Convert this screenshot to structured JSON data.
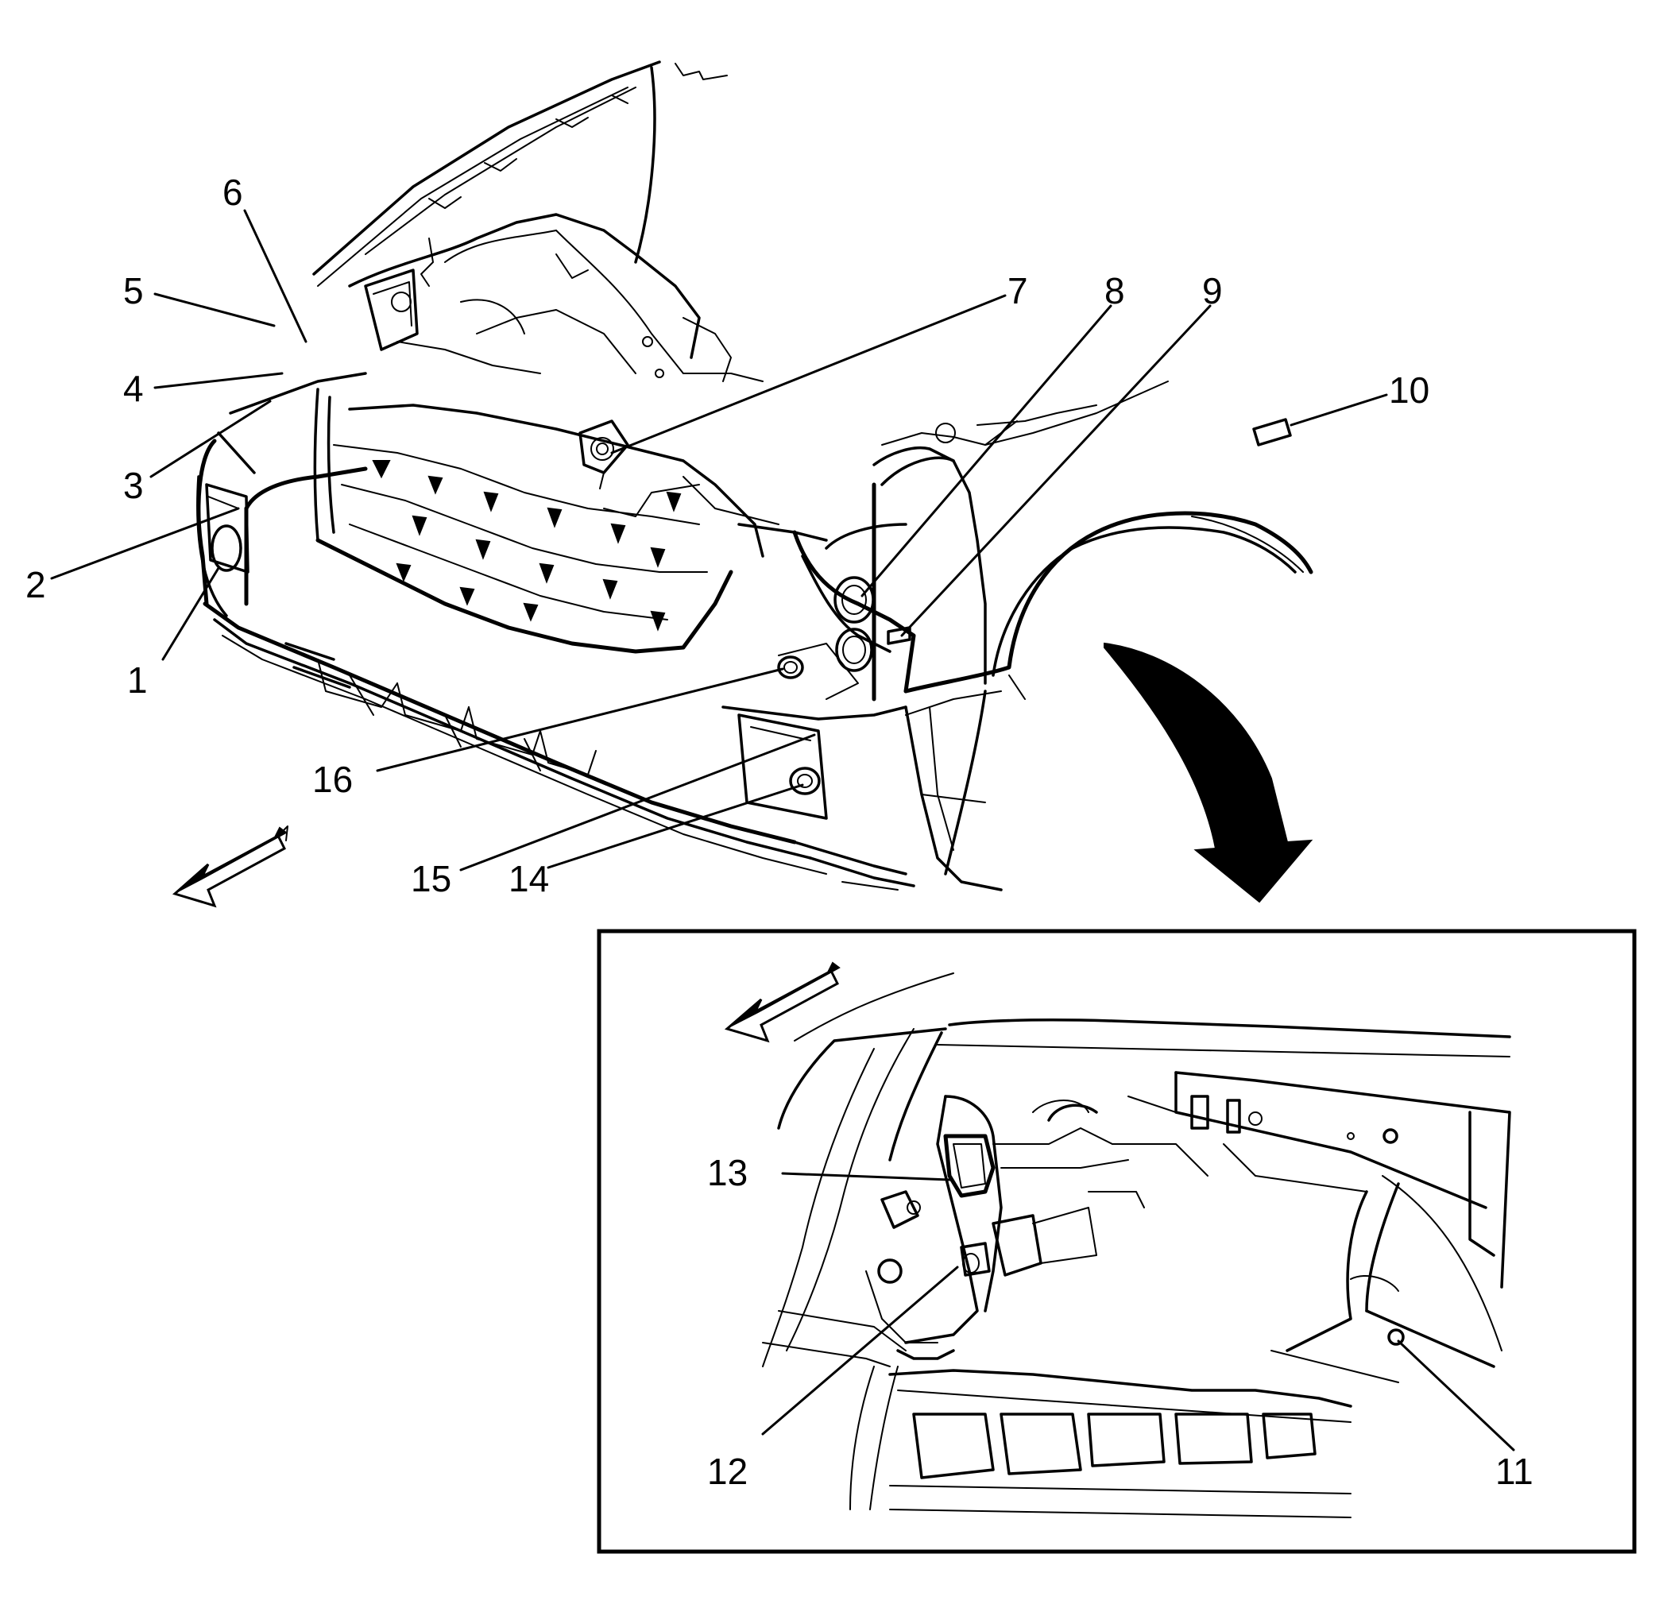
{
  "callouts": [
    {
      "id": "1",
      "label": "1"
    },
    {
      "id": "2",
      "label": "2"
    },
    {
      "id": "3",
      "label": "3"
    },
    {
      "id": "4",
      "label": "4"
    },
    {
      "id": "5",
      "label": "5"
    },
    {
      "id": "6",
      "label": "6"
    },
    {
      "id": "7",
      "label": "7"
    },
    {
      "id": "8",
      "label": "8"
    },
    {
      "id": "9",
      "label": "9"
    },
    {
      "id": "10",
      "label": "10"
    },
    {
      "id": "11",
      "label": "11"
    },
    {
      "id": "12",
      "label": "12"
    },
    {
      "id": "13",
      "label": "13"
    },
    {
      "id": "14",
      "label": "14"
    },
    {
      "id": "15",
      "label": "15"
    },
    {
      "id": "16",
      "label": "16"
    }
  ],
  "icons": [
    "forward-direction-arrow-icon",
    "detail-view-arrow-icon",
    "forward-direction-arrow-inset-icon"
  ],
  "colors": {
    "ink": "#000000",
    "paper": "#ffffff"
  }
}
